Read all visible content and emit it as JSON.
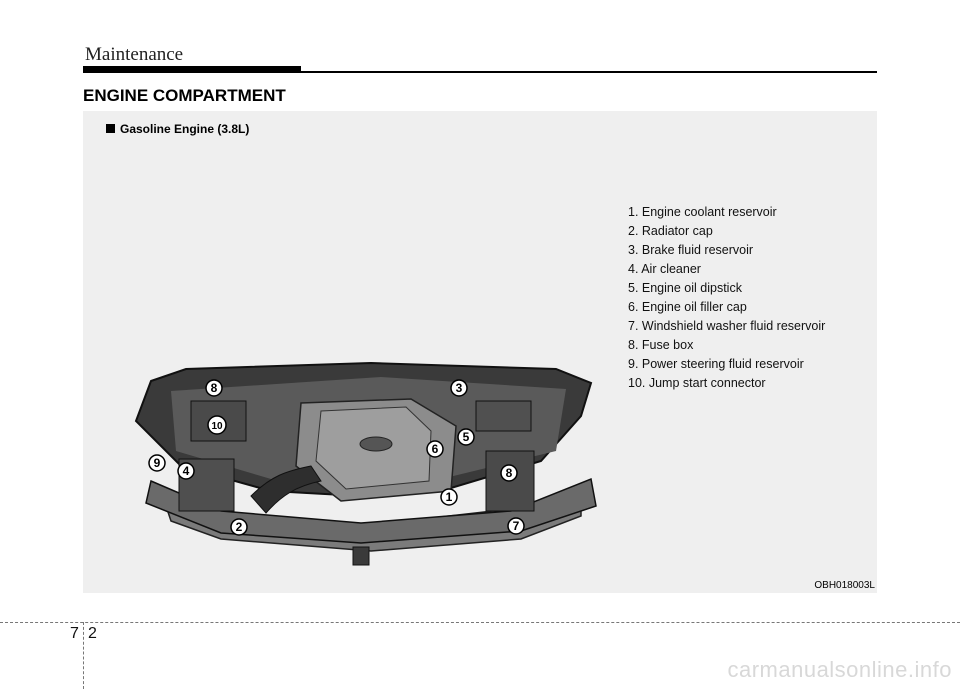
{
  "header": {
    "title": "Maintenance"
  },
  "section": {
    "title": "ENGINE COMPARTMENT"
  },
  "figure": {
    "caption": "Gasoline Engine (3.8L)",
    "code": "OBH018003L",
    "callouts": [
      "1",
      "2",
      "3",
      "4",
      "5",
      "6",
      "7",
      "8",
      "9",
      "10"
    ],
    "legend": [
      "1. Engine coolant reservoir",
      "2. Radiator cap",
      "3. Brake fluid reservoir",
      "4. Air cleaner",
      "5. Engine oil dipstick",
      "6. Engine oil filler cap",
      "7. Windshield washer fluid reservoir",
      "8. Fuse box",
      "9. Power steering fluid reservoir",
      "10. Jump start connector"
    ]
  },
  "footer": {
    "chapter": "7",
    "page": "2"
  },
  "watermark": "carmanualsonline.info"
}
